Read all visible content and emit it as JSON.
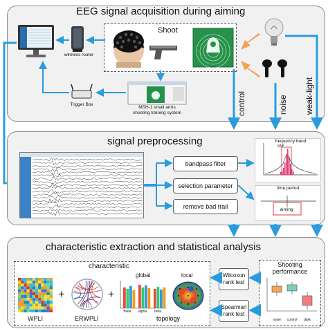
{
  "section1": {
    "title": "EEG signal acquisition during aiming",
    "shoot_label": "Shoot",
    "router_label": "wireless router",
    "trigger_label": "Trigger Box",
    "system_label_line1": "MSH-1 small arms",
    "system_label_line2": "shooting training system",
    "side_labels": [
      "control",
      "noise",
      "weak-light"
    ]
  },
  "section2": {
    "title": "signal preprocessing",
    "steps": [
      "bandpass filter",
      "selection parameter",
      "remove bad trail"
    ],
    "freq_title": "frequency band",
    "freq_iaf": "IAF",
    "time_title": "time period",
    "time_aiming": "aiming"
  },
  "section3": {
    "title": "characteristic extraction and statistical analysis",
    "characteristic_title": "characteristic",
    "global_label": "global",
    "local_label": "local",
    "wpli_label": "WPLI",
    "erwpli_label": "ERWPLI",
    "topology_label": "topology",
    "bar_groups": [
      "theta",
      "alpha",
      "beta"
    ],
    "tests": [
      "Wilcoxon rank test",
      "Spearman rank test"
    ],
    "performance_title_line1": "Shooting",
    "performance_title_line2": "performance",
    "box_categories": [
      "noise",
      "control",
      "dark"
    ]
  },
  "colors": {
    "flow_blue": "#2b9be0",
    "arrow_orange": "#f3a25b",
    "target_green": "#1f8a3a",
    "panel_bg": "#f1f1f1"
  }
}
